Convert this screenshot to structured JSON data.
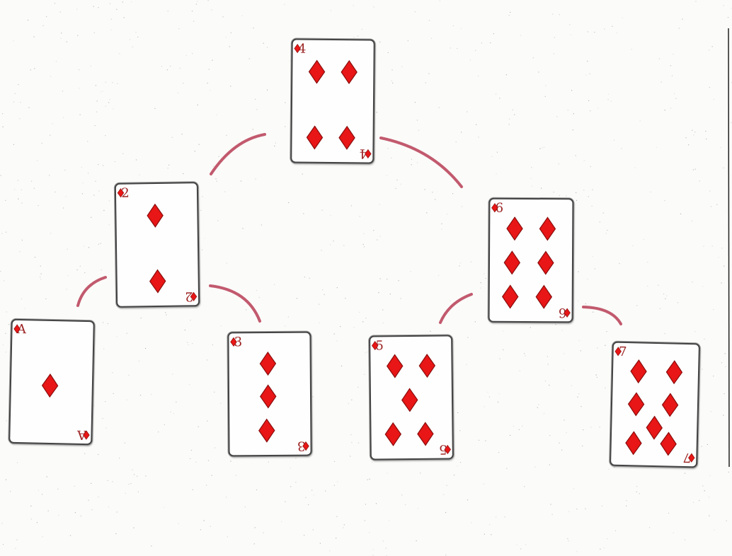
{
  "colors": {
    "card_edge": "#444444",
    "rank_text": "#9c2424",
    "pip_fill": "#e81616",
    "pip_stroke": "#8a0c0c",
    "connector": "#c25a6e"
  },
  "tree": {
    "root": "card-4",
    "edges": [
      [
        "card-4",
        "card-2"
      ],
      [
        "card-4",
        "card-6"
      ],
      [
        "card-2",
        "card-ace"
      ],
      [
        "card-2",
        "card-3"
      ],
      [
        "card-6",
        "card-5"
      ],
      [
        "card-6",
        "card-7"
      ]
    ]
  },
  "cards": [
    {
      "id": "card-4",
      "rank": "4",
      "suit": "diamond-icon",
      "pips": 4
    },
    {
      "id": "card-2",
      "rank": "2",
      "suit": "diamond-icon",
      "pips": 2
    },
    {
      "id": "card-6",
      "rank": "6",
      "suit": "diamond-icon",
      "pips": 6
    },
    {
      "id": "card-ace",
      "rank": "A",
      "suit": "diamond-icon",
      "pips": 1
    },
    {
      "id": "card-3",
      "rank": "3",
      "suit": "diamond-icon",
      "pips": 3
    },
    {
      "id": "card-5",
      "rank": "5",
      "suit": "diamond-icon",
      "pips": 5
    },
    {
      "id": "card-7",
      "rank": "7",
      "suit": "diamond-icon",
      "pips": 7
    }
  ]
}
